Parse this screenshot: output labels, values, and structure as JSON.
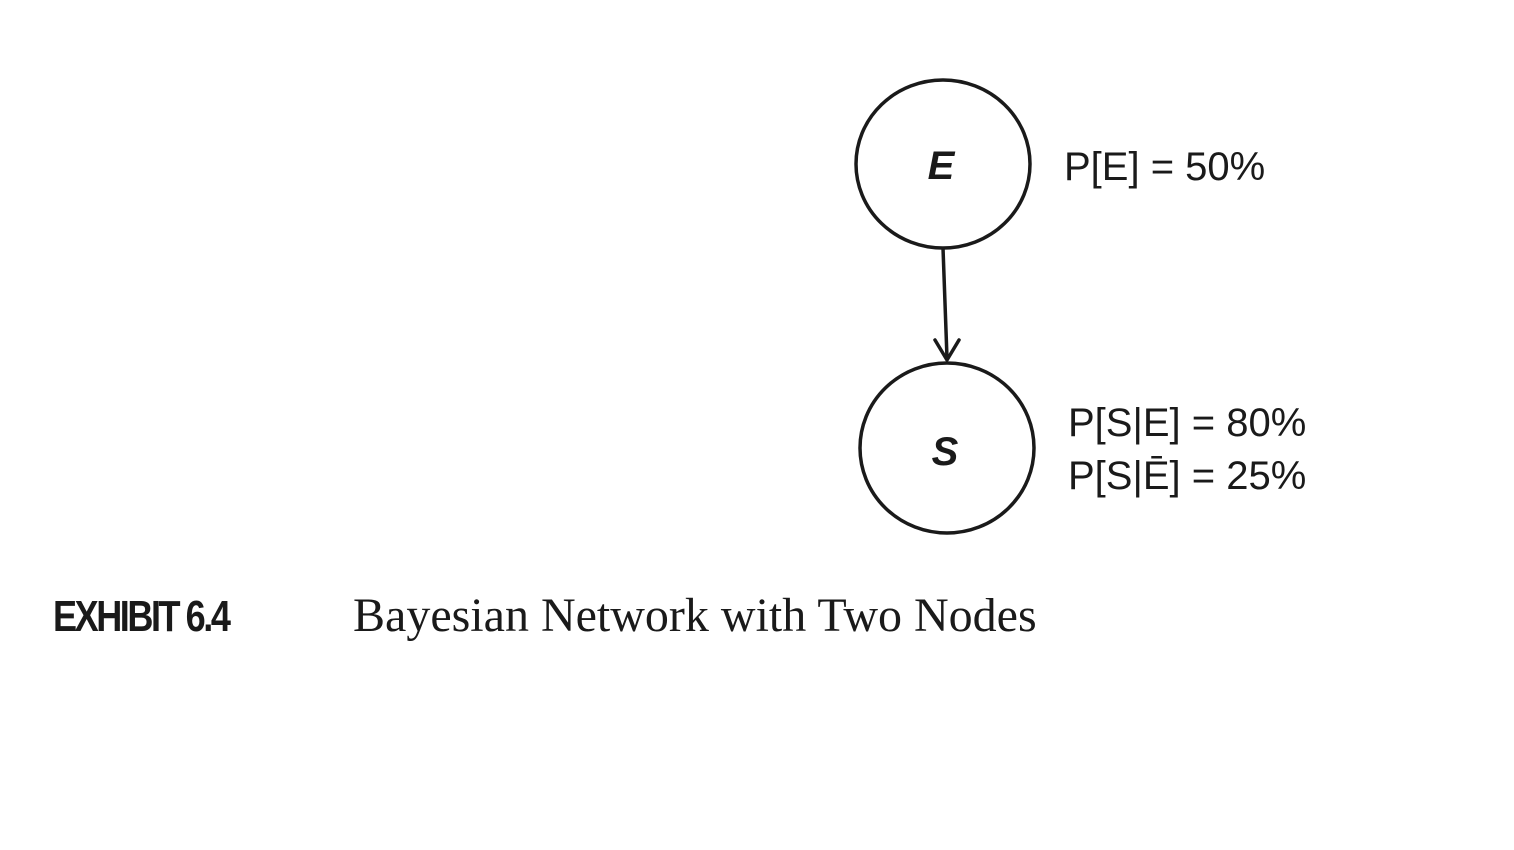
{
  "diagram": {
    "nodes": [
      {
        "id": "E",
        "label": "E"
      },
      {
        "id": "S",
        "label": "S"
      }
    ],
    "edges": [
      {
        "from": "E",
        "to": "S"
      }
    ],
    "probabilities": {
      "E": [
        "P[E] = 50%"
      ],
      "S": [
        "P[S|E] = 80%",
        "P[S|Ē] = 25%"
      ]
    }
  },
  "caption": {
    "label": "EXHIBIT 6.4",
    "title": "Bayesian Network with Two Nodes"
  }
}
